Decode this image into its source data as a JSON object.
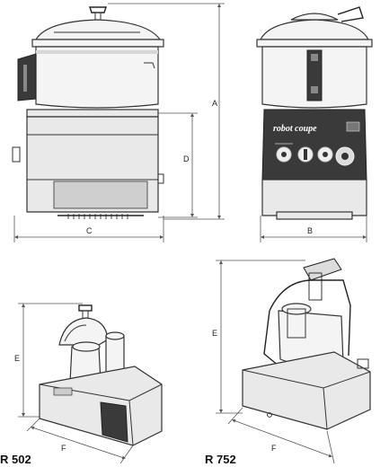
{
  "dimensions": {
    "a": "A",
    "b": "B",
    "c": "C",
    "d": "D",
    "e_left": "E",
    "e_right": "E",
    "f_left": "F",
    "f_right": "F"
  },
  "models": {
    "left": "R 502",
    "right": "R 752"
  },
  "brand": "robot coupe"
}
